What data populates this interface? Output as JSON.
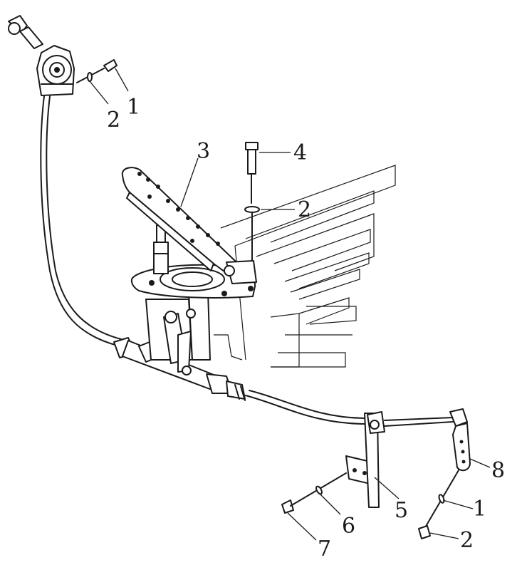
{
  "callouts": [
    {
      "id": "c-1a",
      "label": "1"
    },
    {
      "id": "c-2a",
      "label": "2"
    },
    {
      "id": "c-3",
      "label": "3"
    },
    {
      "id": "c-4",
      "label": "4"
    },
    {
      "id": "c-2b",
      "label": "2"
    },
    {
      "id": "c-8",
      "label": "8"
    },
    {
      "id": "c-5",
      "label": "5"
    },
    {
      "id": "c-6",
      "label": "6"
    },
    {
      "id": "c-1b",
      "label": "1"
    },
    {
      "id": "c-7",
      "label": "7"
    },
    {
      "id": "c-2c",
      "label": "2"
    }
  ]
}
